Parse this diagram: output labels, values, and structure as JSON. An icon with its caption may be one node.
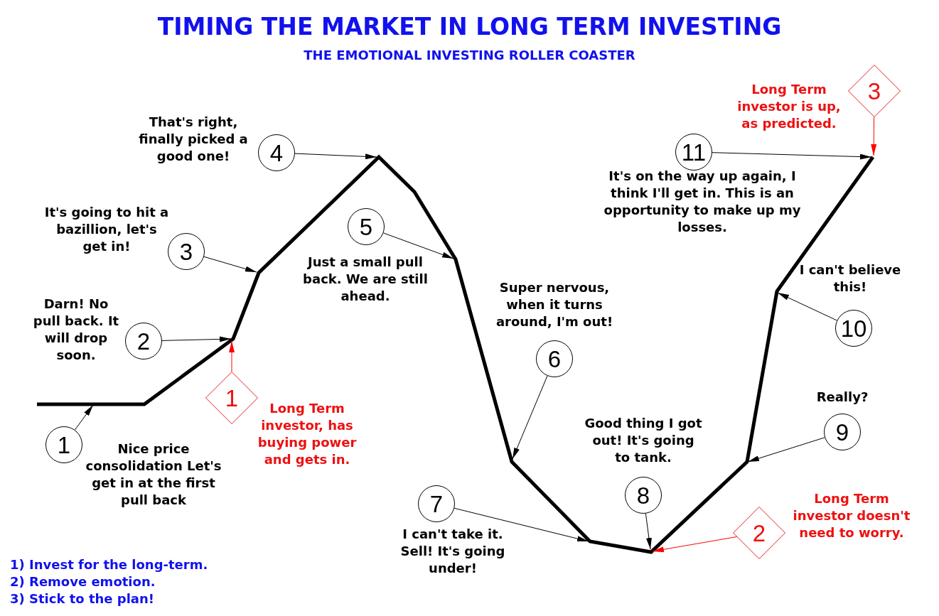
{
  "diagram": {
    "title": "TIMING THE MARKET IN LONG TERM INVESTING",
    "nodes": [
      {
        "text": [
          "1"
        ],
        "beside": [
          "Nice price consolidation Let's get in at the first pull back"
        ]
      },
      {
        "text": [
          "2"
        ],
        "beside": [
          "Darn! No pull back. It will drop soon."
        ]
      },
      {
        "text": [
          "1"
        ],
        "beside": [
          "Long Term investor, has buying power and gets in."
        ]
      },
      {
        "text": [
          "3"
        ],
        "beside": [
          "It's going to hit a bazillion, let's get in!"
        ]
      },
      {
        "text": [
          "4"
        ],
        "beside": [
          "That's right, finally picked a good one!"
        ]
      },
      {
        "text": [
          "5"
        ],
        "beside": [
          "Just a small pull back. We are still ahead."
        ]
      },
      {
        "text": [
          "6"
        ],
        "beside": [
          "Super nervous, when it turns around, I'm out!"
        ]
      },
      {
        "text": [
          "7"
        ],
        "beside": [
          "I can't take it. Sell! It's going under!"
        ]
      },
      {
        "text": [
          "8"
        ],
        "beside": [
          "Good thing I got out! It's going to tank."
        ]
      },
      {
        "text": [
          "2"
        ],
        "beside": [
          "Long Term investor doesn't need to worry."
        ]
      },
      {
        "text": [
          "9"
        ],
        "beside": [
          "Really?"
        ]
      },
      {
        "text": [
          "10"
        ],
        "beside": [
          "I can't believe this!"
        ]
      },
      {
        "text": [
          "11"
        ],
        "beside": [
          "It's on the way up again, I think I'll get in. This is an opportunity to make up my losses."
        ]
      },
      {
        "text": [
          "3"
        ],
        "beside": [
          "Long Term investor is up, as predicted."
        ]
      }
    ],
    "edges": [
      {
        "from": 0,
        "to": null,
        "arrow": "to"
      },
      {
        "from": 1,
        "to": null,
        "arrow": "to"
      },
      {
        "from": 2,
        "to": null,
        "arrow": "to",
        "color": "#ff0000"
      },
      {
        "from": 3,
        "to": null,
        "arrow": "to"
      },
      {
        "from": 4,
        "to": null,
        "arrow": "to"
      },
      {
        "from": 5,
        "to": null,
        "arrow": "to"
      },
      {
        "from": 6,
        "to": null,
        "arrow": "to"
      },
      {
        "from": 7,
        "to": null,
        "arrow": "to"
      },
      {
        "from": 8,
        "to": null,
        "arrow": "to"
      },
      {
        "from": 9,
        "to": null,
        "arrow": "to",
        "color": "#ff0000"
      },
      {
        "from": 10,
        "to": null,
        "arrow": "to"
      },
      {
        "from": 11,
        "to": null,
        "arrow": "to"
      },
      {
        "from": 12,
        "to": null,
        "arrow": "to"
      },
      {
        "from": 13,
        "to": null,
        "arrow": "to",
        "color": "#ff0000"
      }
    ],
    "labels": [
      "THE EMOTIONAL INVESTING ROLLER COASTER",
      "1) Invest for the long-term.",
      "2) Remove emotion.",
      "3) Stick to the plan!"
    ]
  }
}
